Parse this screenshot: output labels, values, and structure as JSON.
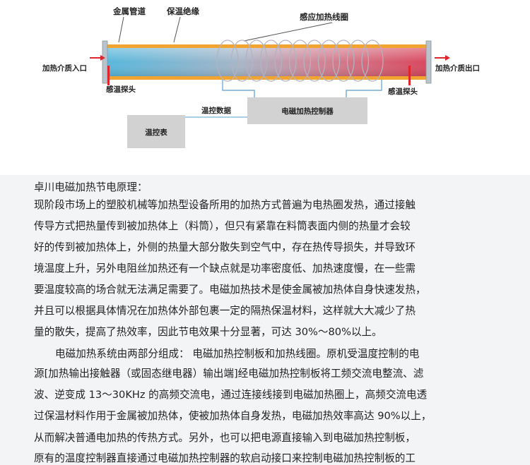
{
  "diagram": {
    "labels": {
      "metal_pipe": "金属管道",
      "insulation": "保温绝缘",
      "coil": "感应加热线圈",
      "inlet": "加热介质入口",
      "outlet": "加热介质出口",
      "sensor_left": "感温探头",
      "sensor_right": "感温探头",
      "temp_data": "温控数据",
      "controller": "电磁加热控制器",
      "thermostat": "温控表"
    },
    "colors": {
      "pipe_cool": "#58b7dc",
      "pipe_hot": "#d9485e",
      "insulation": "#f2a431",
      "box": "#d2d2d2",
      "arrow": "#e0262c",
      "wire": "#5a9fd0"
    }
  },
  "article": {
    "lines": [
      "卓川电磁加热节电原理：",
      "现阶段市场上的塑胶机械等加热型设备所用的加热方式普遍为电热圈发热，通过接触",
      "传导方式把热量传到被加热体上（料筒），但只有紧靠在料筒表面内侧的热量才会较",
      "好的传到被加热体上，外侧的热量大部分散失到空气中，存在热传导损失，并导致环",
      "境温度上升，另外电阻丝加热还有一个缺点就是功率密度低、加热速度慢，在一些需",
      "要温度较高的场合就无法满足需要了。电磁加热技术是使金属被加热体自身快速发热，",
      "并且可以根据具体情况在加热体外部包裹一定的隔热保温材料，这样就大大减少了热",
      "量的散失，提高了热效率，因此节电效果十分显著，可达 30%～80%以上。",
      "电磁加热系统由两部分组成： 电磁加热控制板和加热线圈。原机受温度控制的电",
      "源[加热输出接触器（或固态继电器）输出端]经电磁加热控制板将工频交流电整流、滤",
      "波、逆变成 13～30KHz 的高频交流电，通过连接线接到电磁加热圈上，高频交流电透",
      "过保温材料作用于金属被加热体，使被加热体自身发热，电磁加热效率高达 90%以上，",
      "从而解决普通电加热的传热方式。另外，也可以把电源直接输入到电磁加热控制板，",
      "原有的温度控制器直接通过电磁加热控制器的软启动接口来控制电磁加热控制板的工"
    ]
  }
}
